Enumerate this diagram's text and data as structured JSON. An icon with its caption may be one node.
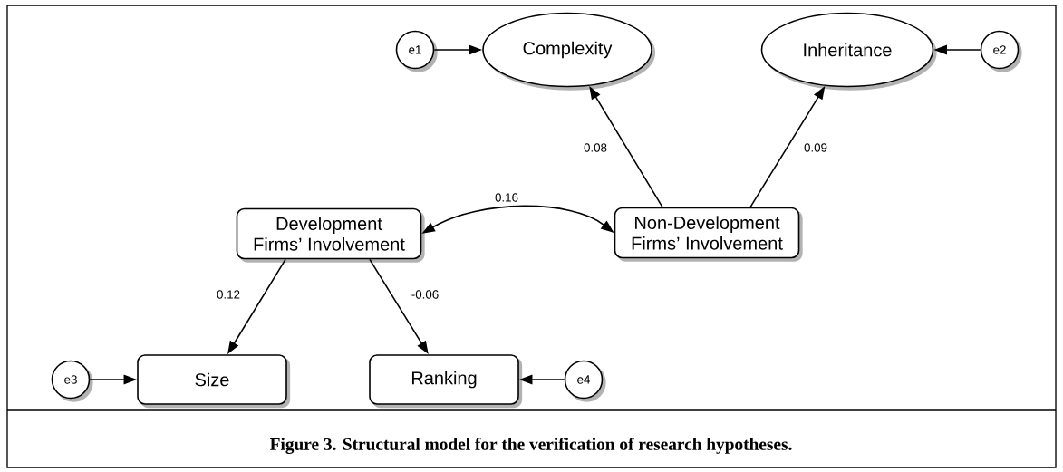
{
  "diagram": {
    "caption": "Figure 3. Structural model for the verification of research hypotheses.",
    "nodes": [
      {
        "text": [
          "Complexity"
        ]
      },
      {
        "text": [
          "Inheritance"
        ]
      },
      {
        "text": [
          "e1"
        ]
      },
      {
        "text": [
          "e2"
        ]
      },
      {
        "text": [
          "Development Firms’ Involvement"
        ]
      },
      {
        "text": [
          "Non-Development Firms’ Involvement"
        ]
      },
      {
        "text": [
          "Size"
        ]
      },
      {
        "text": [
          "Ranking"
        ]
      },
      {
        "text": [
          "e3"
        ]
      },
      {
        "text": [
          "e4"
        ]
      }
    ],
    "edges": [
      {
        "from": 2,
        "to": 0,
        "arrow": "to"
      },
      {
        "from": 3,
        "to": 1,
        "arrow": "to"
      },
      {
        "from": 5,
        "to": 0,
        "arrow": "to",
        "label": "0.08"
      },
      {
        "from": 5,
        "to": 1,
        "arrow": "to",
        "label": "0.09"
      },
      {
        "from": 4,
        "to": 5,
        "arrow": "both",
        "label": "0.16"
      },
      {
        "from": 4,
        "to": 6,
        "arrow": "to",
        "label": "0.12"
      },
      {
        "from": 4,
        "to": 7,
        "arrow": "to",
        "label": "-0.06"
      },
      {
        "from": 8,
        "to": 6,
        "arrow": "to"
      },
      {
        "from": 9,
        "to": 7,
        "arrow": "to"
      }
    ]
  }
}
